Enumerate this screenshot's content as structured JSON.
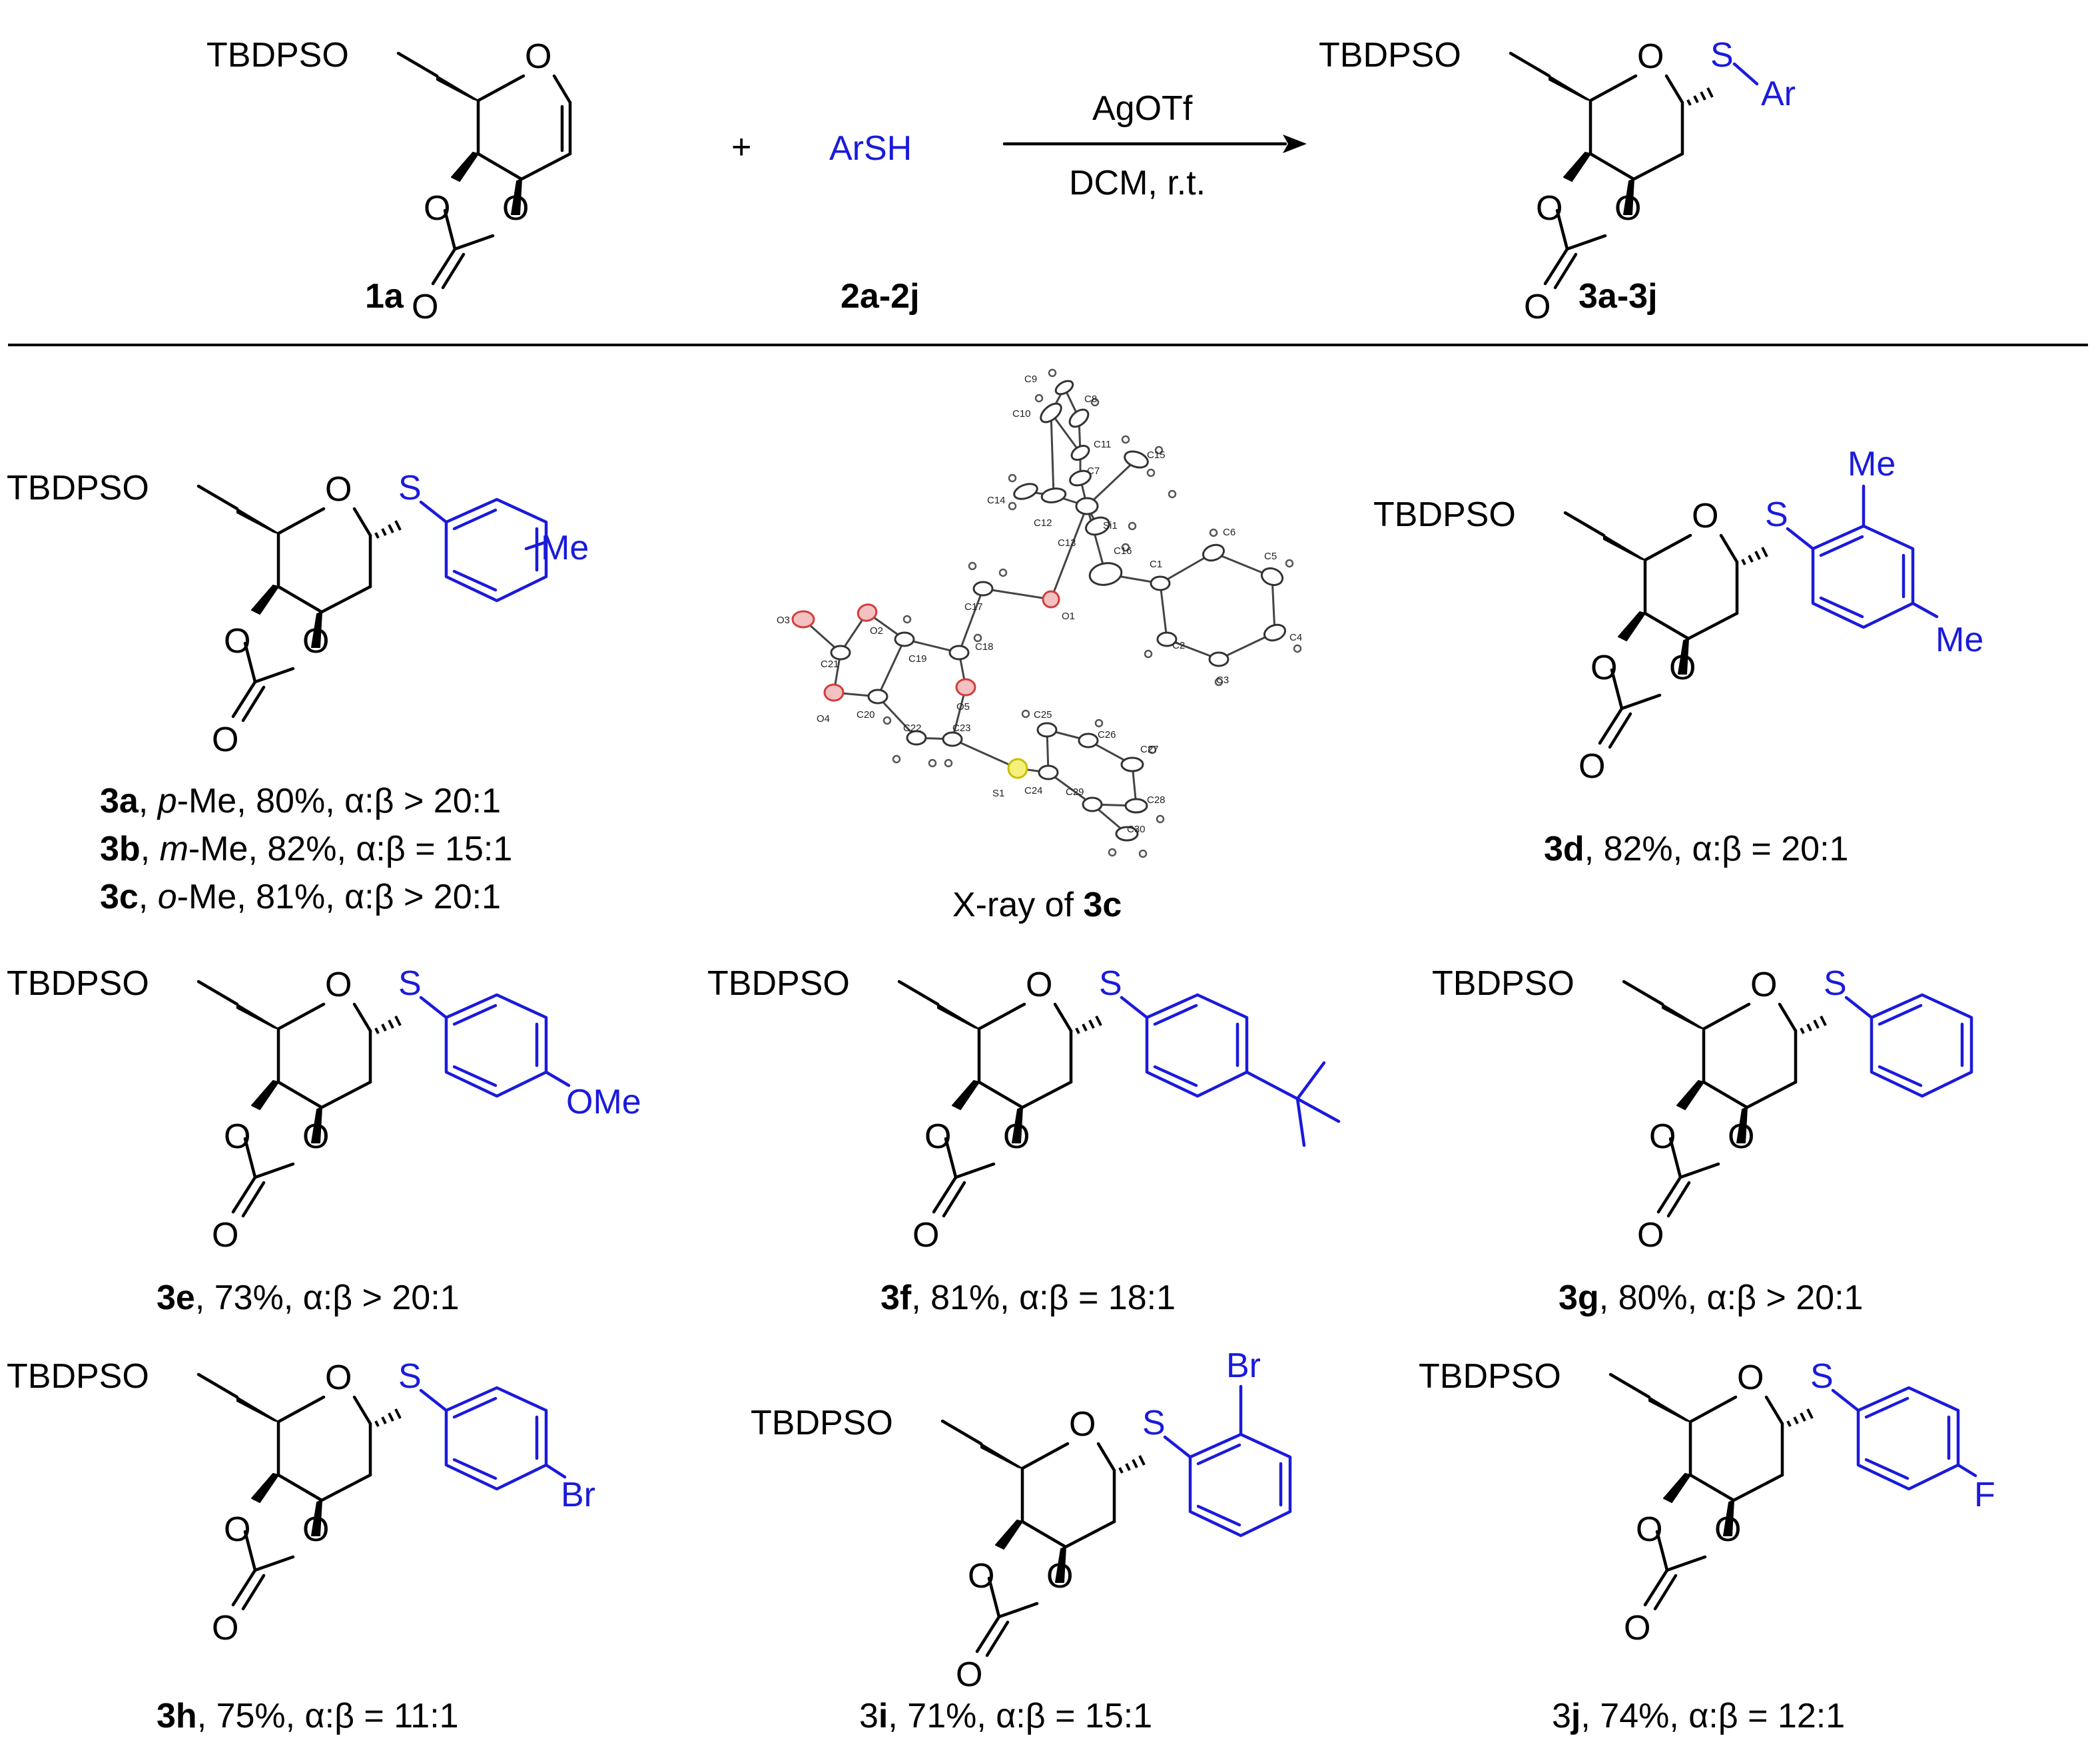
{
  "reaction": {
    "plus": "+",
    "reagent": "ArSH",
    "reagent_label": "2a-2j",
    "substrate_label": "1a",
    "product_label": "3a-3j",
    "condition_top": "AgOTf",
    "condition_bottom": "DCM, r.t.",
    "product_aryl": "Ar"
  },
  "atoms": {
    "O": "O",
    "S": "S",
    "TBDPSO": "TBDPSO",
    "Me": "Me",
    "OMe": "OMe",
    "Br": "Br",
    "F": "F"
  },
  "xray": {
    "caption_prefix": "X-ray of ",
    "caption_bold": "3c",
    "labels": [
      "C9",
      "C10",
      "C8",
      "C11",
      "C15",
      "C7",
      "C14",
      "C12",
      "Si1",
      "C13",
      "C16",
      "C6",
      "C1",
      "C5",
      "C17",
      "O1",
      "C18",
      "O2",
      "O3",
      "C21",
      "C19",
      "C20",
      "O4",
      "O5",
      "C22",
      "C23",
      "C25",
      "C26",
      "C27",
      "C24",
      "S1",
      "C29",
      "C28",
      "C30",
      "C2",
      "C4",
      "C3"
    ]
  },
  "products": {
    "abc": [
      {
        "id": "3a",
        "sep1": ", ",
        "pos": "p",
        "sub": "-Me, 80%, ",
        "ratio": "α:β > 20:1"
      },
      {
        "id": "3b",
        "sep1": ", ",
        "pos": "m",
        "sub": "-Me, 82%, ",
        "ratio": "α:β = 15:1"
      },
      {
        "id": "3c",
        "sep1": ", ",
        "pos": "o",
        "sub": "-Me, 81%, ",
        "ratio": "α:β > 20:1"
      }
    ],
    "d": {
      "id": "3d",
      "rest": ", 82%, α:β = 20:1"
    },
    "e": {
      "id": "3e",
      "rest": ", 73%, α:β > 20:1"
    },
    "f": {
      "id": "3f",
      "rest": ", 81%, α:β = 18:1"
    },
    "g": {
      "id": "3g",
      "rest": ", 80%, α:β > 20:1"
    },
    "h": {
      "id": "3h",
      "rest": ", 75%, α:β = 11:1"
    },
    "i": {
      "pre": "3",
      "id": "i",
      "rest": ", 71%, α:β = 15:1"
    },
    "j": {
      "pre": "3",
      "id": "j",
      "rest": ", 74%, α:β = 12:1"
    }
  }
}
